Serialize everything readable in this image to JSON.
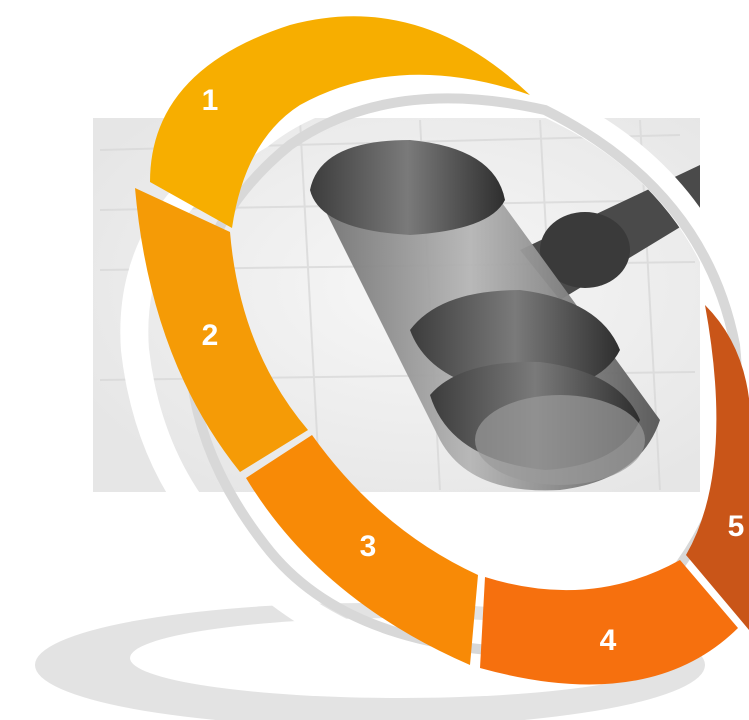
{
  "segments": [
    {
      "label": "1",
      "color": "#F7AE00"
    },
    {
      "label": "2",
      "color": "#F59B06"
    },
    {
      "label": "3",
      "color": "#F88A06"
    },
    {
      "label": "4",
      "color": "#F6700E"
    },
    {
      "label": "5",
      "color": "#C95518"
    }
  ],
  "colors": {
    "inner_rim": "#D8D8D8",
    "base_shadow": "#E3E3E3",
    "photo_background": "#EFEFEF"
  },
  "image": {
    "subject": "gavel-icon"
  }
}
